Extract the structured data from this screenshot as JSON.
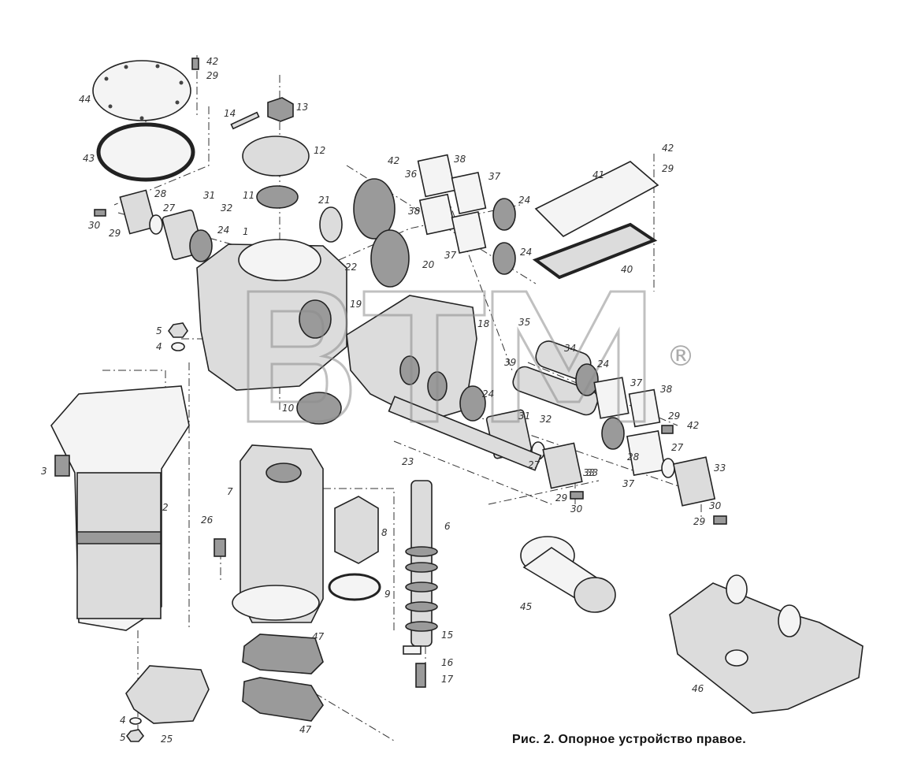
{
  "figure": {
    "caption": "Рис. 2. Опорное устройство правое.",
    "watermark": "ВТМ",
    "watermark_mark": "®"
  },
  "callouts": [
    {
      "id": "c42a",
      "text": "42"
    },
    {
      "id": "c29a",
      "text": "29"
    },
    {
      "id": "c44",
      "text": "44"
    },
    {
      "id": "c43",
      "text": "43"
    },
    {
      "id": "c14",
      "text": "14"
    },
    {
      "id": "c13",
      "text": "13"
    },
    {
      "id": "c12",
      "text": "12"
    },
    {
      "id": "c11",
      "text": "11"
    },
    {
      "id": "c1",
      "text": "1"
    },
    {
      "id": "c28a",
      "text": "28"
    },
    {
      "id": "c27a",
      "text": "27"
    },
    {
      "id": "c31a",
      "text": "31"
    },
    {
      "id": "c32a",
      "text": "32"
    },
    {
      "id": "c24a",
      "text": "24"
    },
    {
      "id": "c30a",
      "text": "30"
    },
    {
      "id": "c29b",
      "text": "29"
    },
    {
      "id": "c21",
      "text": "21"
    },
    {
      "id": "c36",
      "text": "36"
    },
    {
      "id": "c42b",
      "text": "42"
    },
    {
      "id": "c38a",
      "text": "38"
    },
    {
      "id": "c37a",
      "text": "37"
    },
    {
      "id": "c38b",
      "text": "38"
    },
    {
      "id": "c24b",
      "text": "24"
    },
    {
      "id": "c37b",
      "text": "37"
    },
    {
      "id": "c24c",
      "text": "24"
    },
    {
      "id": "c22",
      "text": "22"
    },
    {
      "id": "c20",
      "text": "20"
    },
    {
      "id": "c19",
      "text": "19"
    },
    {
      "id": "c18",
      "text": "18"
    },
    {
      "id": "c41",
      "text": "41"
    },
    {
      "id": "c42c",
      "text": "42"
    },
    {
      "id": "c29c",
      "text": "29"
    },
    {
      "id": "c40",
      "text": "40"
    },
    {
      "id": "c5a",
      "text": "5"
    },
    {
      "id": "c4a",
      "text": "4"
    },
    {
      "id": "c35",
      "text": "35"
    },
    {
      "id": "c34",
      "text": "34"
    },
    {
      "id": "c39",
      "text": "39"
    },
    {
      "id": "c24d",
      "text": "24"
    },
    {
      "id": "c37c",
      "text": "37"
    },
    {
      "id": "c38c",
      "text": "38"
    },
    {
      "id": "c24e",
      "text": "24"
    },
    {
      "id": "c10",
      "text": "10"
    },
    {
      "id": "c31b",
      "text": "31"
    },
    {
      "id": "c32b",
      "text": "32"
    },
    {
      "id": "c29d",
      "text": "29"
    },
    {
      "id": "c42d",
      "text": "42"
    },
    {
      "id": "c27b",
      "text": "27"
    },
    {
      "id": "c28b",
      "text": "28"
    },
    {
      "id": "c33a",
      "text": "33"
    },
    {
      "id": "c3",
      "text": "3"
    },
    {
      "id": "c2",
      "text": "2"
    },
    {
      "id": "c23",
      "text": "23"
    },
    {
      "id": "c7",
      "text": "7"
    },
    {
      "id": "c27c",
      "text": "27"
    },
    {
      "id": "c33b",
      "text": "33"
    },
    {
      "id": "c29e",
      "text": "29"
    },
    {
      "id": "c30b",
      "text": "30"
    },
    {
      "id": "c37d",
      "text": "37"
    },
    {
      "id": "c33c",
      "text": "33"
    },
    {
      "id": "c30c",
      "text": "30"
    },
    {
      "id": "c29f",
      "text": "29"
    },
    {
      "id": "c26",
      "text": "26"
    },
    {
      "id": "c8",
      "text": "8"
    },
    {
      "id": "c6",
      "text": "6"
    },
    {
      "id": "c9",
      "text": "9"
    },
    {
      "id": "c45",
      "text": "45"
    },
    {
      "id": "c47a",
      "text": "47"
    },
    {
      "id": "c15",
      "text": "15"
    },
    {
      "id": "c16",
      "text": "16"
    },
    {
      "id": "c17",
      "text": "17"
    },
    {
      "id": "c46",
      "text": "46"
    },
    {
      "id": "c4b",
      "text": "4"
    },
    {
      "id": "c5b",
      "text": "5"
    },
    {
      "id": "c25",
      "text": "25"
    },
    {
      "id": "c47b",
      "text": "47"
    }
  ]
}
